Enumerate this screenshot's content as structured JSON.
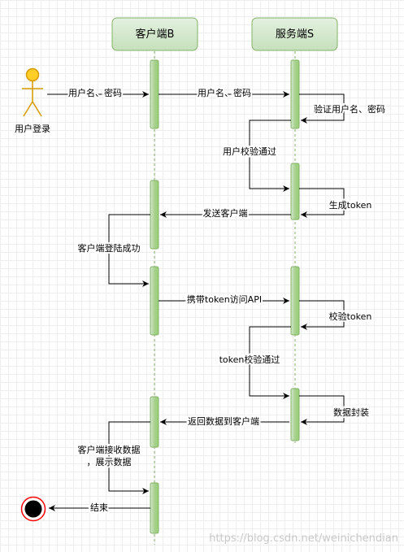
{
  "participants": {
    "actor": "用户登录",
    "client": "客户端B",
    "server": "服务端S"
  },
  "messages": {
    "m1": "用户名、密码",
    "m2": "用户名、密码",
    "m3": "验证用户名、密码",
    "m4": "用户校验通过",
    "m5": "生成token",
    "m6": "发送客户端",
    "m7": "客户端登陆成功",
    "m8": "携带token访问API",
    "m9": "校验token",
    "m10": "token校验通过",
    "m11": "数据封装",
    "m12": "返回数据到客户端",
    "m13_line1": "客户端接收数据",
    "m13_line2": "，展示数据",
    "m14": "结束"
  },
  "watermark": "https://blog.csdn.net/weinichendian",
  "colors": {
    "header_fill": "#d5e8d4",
    "header_stroke": "#82b366",
    "actor_fill": "#ffcd28",
    "actor_stroke": "#d79b00",
    "end_ring": "#ff0000"
  }
}
